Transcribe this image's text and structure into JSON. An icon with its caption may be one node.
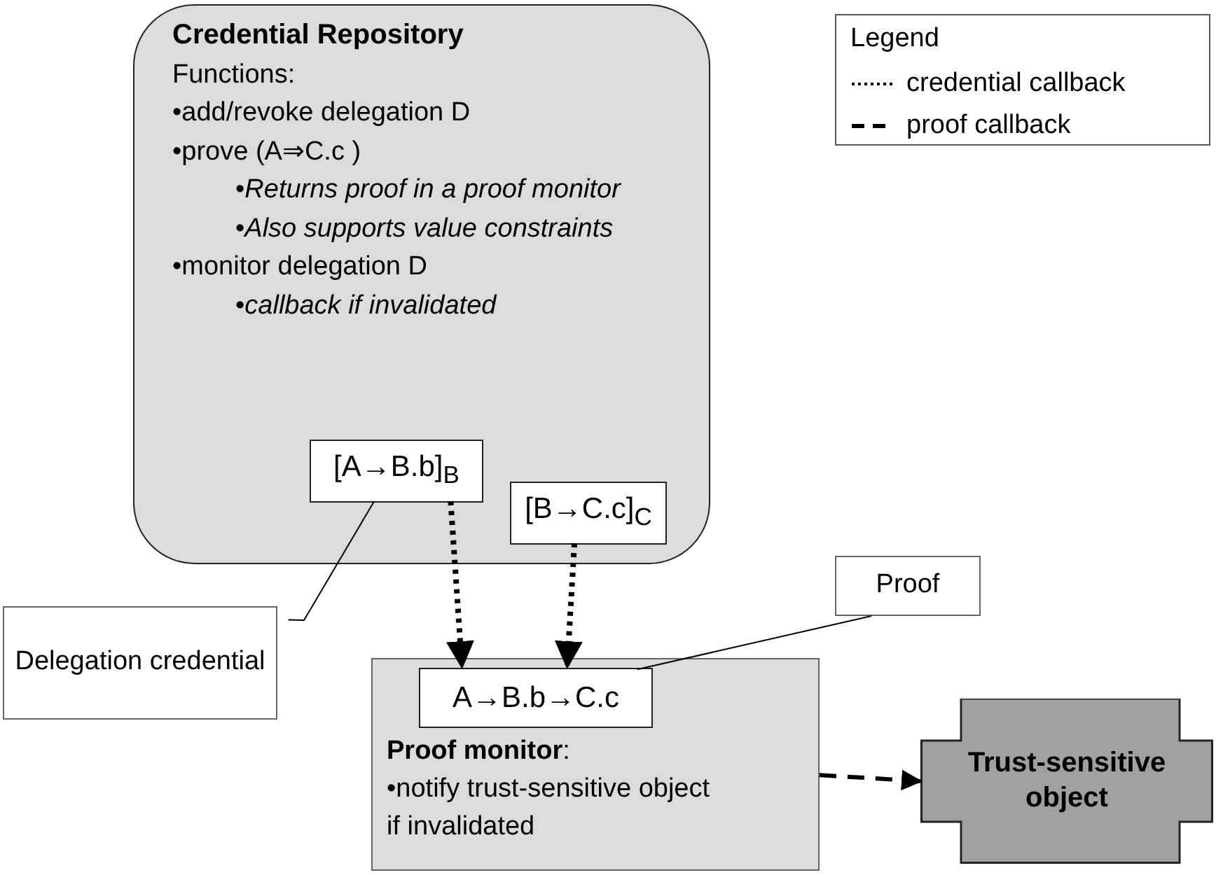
{
  "diagram": {
    "nodes": [
      {
        "text": [
          "Credential Repository",
          "Functions:",
          "•add/revoke delegation D",
          "•prove (A⇒C.c )",
          "•*Returns proof in a proof monitor*",
          "•*Also supports value constraints*",
          "•monitor delegation D",
          "•*callback if invalidated*"
        ]
      },
      {
        "text": [
          "[A→B.b]$_{B}$"
        ],
        "in": 0
      },
      {
        "text": [
          "[B→C.c]$_{C}$"
        ],
        "in": 0
      },
      {
        "text": [
          "Delegation credential"
        ]
      },
      {
        "text": [
          "Proof"
        ]
      },
      {
        "text": [
          "**Proof monitor**:",
          "•notify trust-sensitive object if invalidated"
        ]
      },
      {
        "text": [
          "A→B.b→C.c"
        ],
        "in": 5
      },
      {
        "text": [
          "Trust-sensitive object"
        ]
      }
    ],
    "edges": [
      {
        "from": 1,
        "to": 6,
        "arrow": "to",
        "style": "dashed"
      },
      {
        "from": 2,
        "to": 6,
        "arrow": "to",
        "style": "dashed"
      },
      {
        "from": 3,
        "to": 1,
        "arrow": "none"
      },
      {
        "from": 4,
        "to": 6,
        "arrow": "none"
      },
      {
        "from": 5,
        "to": 7,
        "arrow": "to",
        "style": "dashed"
      }
    ],
    "labels": [
      "Legend"
    ],
    "legend": [
      {
        "text": "credential callback"
      },
      {
        "text": "proof callback"
      }
    ]
  }
}
